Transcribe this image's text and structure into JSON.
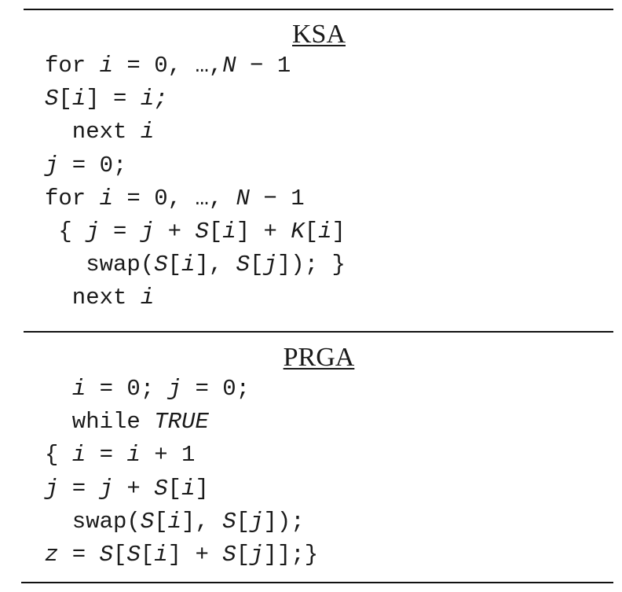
{
  "ksa": {
    "title": "KSA",
    "lines": [
      [
        {
          "t": "for ",
          "i": false
        },
        {
          "t": "i",
          "i": true
        },
        {
          "t": " = 0, …,",
          "i": false
        },
        {
          "t": "N",
          "i": true
        },
        {
          "t": " − 1",
          "i": false
        }
      ],
      [
        {
          "t": "S",
          "i": true
        },
        {
          "t": "[",
          "i": false
        },
        {
          "t": "i",
          "i": true
        },
        {
          "t": "] = ",
          "i": false
        },
        {
          "t": "i;",
          "i": true
        }
      ],
      [
        {
          "t": "  next ",
          "i": false
        },
        {
          "t": "i",
          "i": true
        }
      ],
      [
        {
          "t": "j",
          "i": true
        },
        {
          "t": " = 0;",
          "i": false
        }
      ],
      [
        {
          "t": "for ",
          "i": false
        },
        {
          "t": "i",
          "i": true
        },
        {
          "t": " = 0, …, ",
          "i": false
        },
        {
          "t": "N",
          "i": true
        },
        {
          "t": " − 1",
          "i": false
        }
      ],
      [
        {
          "t": " { ",
          "i": false
        },
        {
          "t": "j",
          "i": true
        },
        {
          "t": " = ",
          "i": false
        },
        {
          "t": "j",
          "i": true
        },
        {
          "t": " + ",
          "i": false
        },
        {
          "t": "S",
          "i": true
        },
        {
          "t": "[",
          "i": false
        },
        {
          "t": "i",
          "i": true
        },
        {
          "t": "] + ",
          "i": false
        },
        {
          "t": "K",
          "i": true
        },
        {
          "t": "[",
          "i": false
        },
        {
          "t": "i",
          "i": true
        },
        {
          "t": "]",
          "i": false
        }
      ],
      [
        {
          "t": "   swap(",
          "i": false
        },
        {
          "t": "S",
          "i": true
        },
        {
          "t": "[",
          "i": false
        },
        {
          "t": "i",
          "i": true
        },
        {
          "t": "], ",
          "i": false
        },
        {
          "t": "S",
          "i": true
        },
        {
          "t": "[",
          "i": false
        },
        {
          "t": "j",
          "i": true
        },
        {
          "t": "]); }",
          "i": false
        }
      ],
      [
        {
          "t": "  next ",
          "i": false
        },
        {
          "t": "i",
          "i": true
        }
      ]
    ]
  },
  "prga": {
    "title": "PRGA",
    "lines": [
      [
        {
          "t": "  ",
          "i": false
        },
        {
          "t": "i",
          "i": true
        },
        {
          "t": " = 0; ",
          "i": false
        },
        {
          "t": "j",
          "i": true
        },
        {
          "t": " = 0;",
          "i": false
        }
      ],
      [
        {
          "t": "  while ",
          "i": false
        },
        {
          "t": "TRUE",
          "i": true
        }
      ],
      [
        {
          "t": "{ ",
          "i": false
        },
        {
          "t": "i",
          "i": true
        },
        {
          "t": " = ",
          "i": false
        },
        {
          "t": "i",
          "i": true
        },
        {
          "t": " + 1",
          "i": false
        }
      ],
      [
        {
          "t": "j",
          "i": true
        },
        {
          "t": " = ",
          "i": false
        },
        {
          "t": "j",
          "i": true
        },
        {
          "t": " + ",
          "i": false
        },
        {
          "t": "S",
          "i": true
        },
        {
          "t": "[",
          "i": false
        },
        {
          "t": "i",
          "i": true
        },
        {
          "t": "]",
          "i": false
        }
      ],
      [
        {
          "t": "  swap(",
          "i": false
        },
        {
          "t": "S",
          "i": true
        },
        {
          "t": "[",
          "i": false
        },
        {
          "t": "i",
          "i": true
        },
        {
          "t": "], ",
          "i": false
        },
        {
          "t": "S",
          "i": true
        },
        {
          "t": "[",
          "i": false
        },
        {
          "t": "j",
          "i": true
        },
        {
          "t": "]);",
          "i": false
        }
      ],
      [
        {
          "t": "z",
          "i": true
        },
        {
          "t": " = ",
          "i": false
        },
        {
          "t": "S",
          "i": true
        },
        {
          "t": "[",
          "i": false
        },
        {
          "t": "S",
          "i": true
        },
        {
          "t": "[",
          "i": false
        },
        {
          "t": "i",
          "i": true
        },
        {
          "t": "] + ",
          "i": false
        },
        {
          "t": "S",
          "i": true
        },
        {
          "t": "[",
          "i": false
        },
        {
          "t": "j",
          "i": true
        },
        {
          "t": "]];}",
          "i": false
        }
      ]
    ]
  }
}
